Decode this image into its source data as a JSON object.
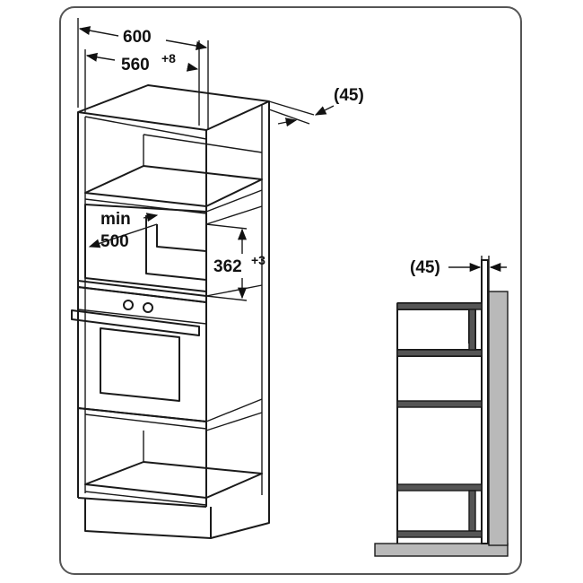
{
  "dimensions": {
    "outer_width": "600",
    "inner_width": "560",
    "inner_width_tol": "+8",
    "depth_gap": "(45)",
    "min_label": "min",
    "min_value": "500",
    "niche_height": "362",
    "niche_height_tol": "+3",
    "side_gap": "(45)"
  },
  "colors": {
    "line": "#1a1a1a",
    "wall_fill": "#b9b9b9",
    "frame_border": "#555555"
  }
}
